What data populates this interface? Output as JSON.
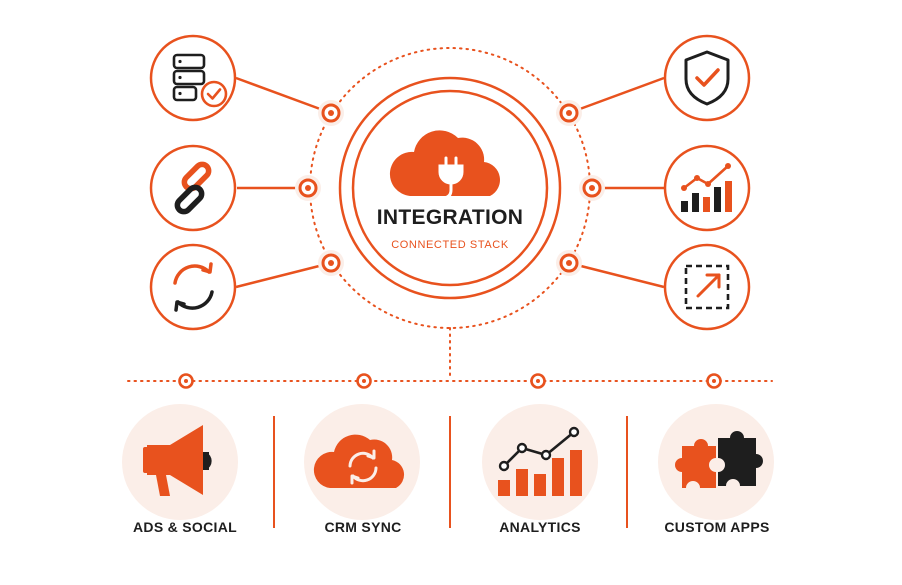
{
  "colors": {
    "accent": "#e8521e",
    "dark": "#1e1e1e",
    "soft": "#fbeee8",
    "background": "#ffffff"
  },
  "hub": {
    "title": "INTEGRATION",
    "subtitle": "CONNECTED STACK",
    "icon": "cloud-plug-icon"
  },
  "left_nodes": [
    {
      "icon": "database-check-icon"
    },
    {
      "icon": "chain-link-icon"
    },
    {
      "icon": "sync-arrows-icon"
    }
  ],
  "right_nodes": [
    {
      "icon": "shield-check-icon"
    },
    {
      "icon": "growth-chart-icon"
    },
    {
      "icon": "expand-arrow-icon"
    }
  ],
  "categories": [
    {
      "label": "ADS & SOCIAL",
      "icon": "megaphone-icon"
    },
    {
      "label": "CRM SYNC",
      "icon": "cloud-sync-icon"
    },
    {
      "label": "ANALYTICS",
      "icon": "analytics-chart-icon"
    },
    {
      "label": "CUSTOM APPS",
      "icon": "puzzle-icon"
    }
  ]
}
